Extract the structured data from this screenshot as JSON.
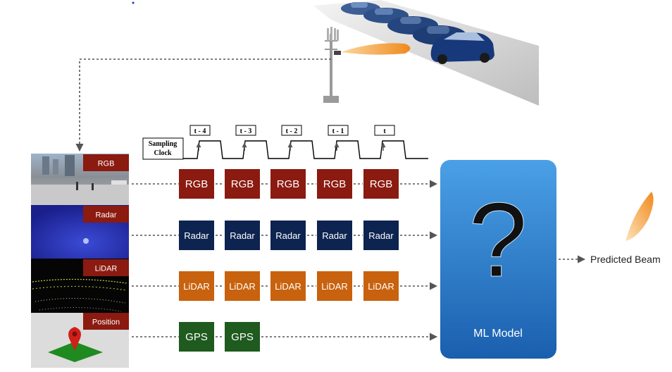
{
  "sampling_clock": {
    "label_line1": "Sampling",
    "label_line2": "Clock"
  },
  "time_steps": [
    "t - 4",
    "t - 3",
    "t - 2",
    "t - 1",
    "t"
  ],
  "modalities": [
    {
      "panel_label": "RGB",
      "block_label": "RGB",
      "block_count": 5,
      "color": "#8b1a10"
    },
    {
      "panel_label": "Radar",
      "block_label": "Radar",
      "block_count": 5,
      "color": "#0d2350"
    },
    {
      "panel_label": "LiDAR",
      "block_label": "LiDAR",
      "block_count": 5,
      "color": "#c8620e"
    },
    {
      "panel_label": "Position",
      "block_label": "GPS",
      "block_count": 2,
      "color": "#1f5a1f"
    }
  ],
  "model": {
    "symbol": "?",
    "label": "ML Model"
  },
  "output": {
    "label": "Predicted Beam"
  },
  "colors": {
    "model_top": "#4aa0e6",
    "model_bottom": "#1a5fae",
    "beam": "#f08a1c",
    "arrow": "#555555"
  }
}
